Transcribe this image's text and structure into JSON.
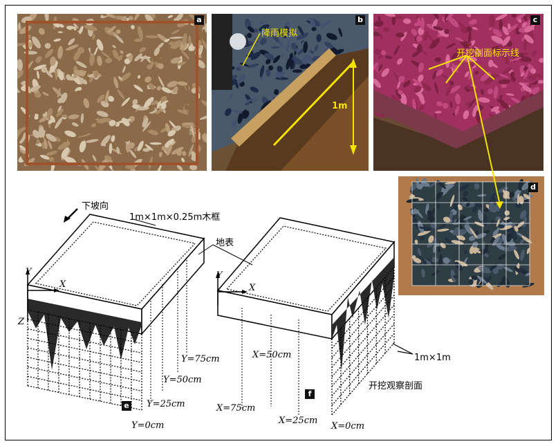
{
  "panels": {
    "a": {
      "label": "a"
    },
    "b": {
      "label": "b",
      "annotation_rain": "降雨模拟",
      "annotation_depth": "1m"
    },
    "c": {
      "label": "c",
      "annotation_line": "开挖剖面标示线"
    },
    "d": {
      "label": "d"
    },
    "e": {
      "label": "e"
    },
    "f": {
      "label": "f"
    }
  },
  "diagram": {
    "slope_direction": "下坡向",
    "frame_size": "1m×1m×0.25m木框",
    "ground_surface": "地表",
    "axis_y": "Y",
    "axis_x": "X",
    "axis_z": "Z",
    "e_sections": [
      "Y=75cm",
      "Y=50cm",
      "Y=25cm",
      "Y=0cm"
    ],
    "f_sections": [
      "X=50cm",
      "X=75cm",
      "X=25cm",
      "X=0cm"
    ],
    "grid_size": "1m×1m",
    "excavation_profile": "开挖观察剖面"
  },
  "colors": {
    "annotation_yellow": "#f4e400",
    "soil_brown": "#7a4a24",
    "stain_dark": "#2a3a32"
  }
}
